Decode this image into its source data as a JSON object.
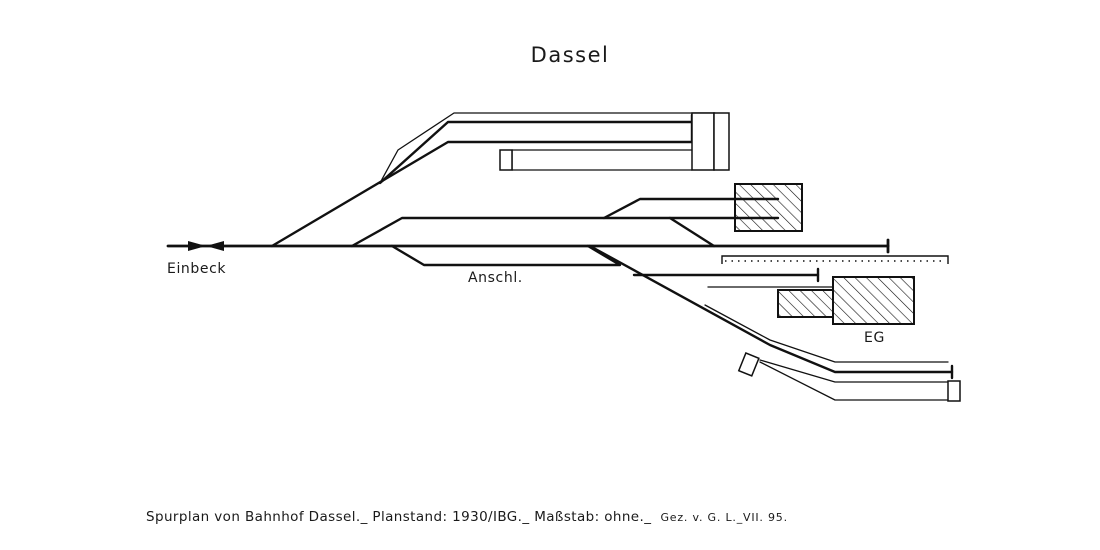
{
  "title": "Dassel",
  "labels": {
    "direction": "Einbeck",
    "siding": "Anschl.",
    "station_building": "EG"
  },
  "caption": {
    "main": "Spurplan von Bahnhof Dassel._ Planstand: 1930/IBG._ Maßstab: ohne._",
    "author": "Gez. v. G. L._VII. 95."
  }
}
